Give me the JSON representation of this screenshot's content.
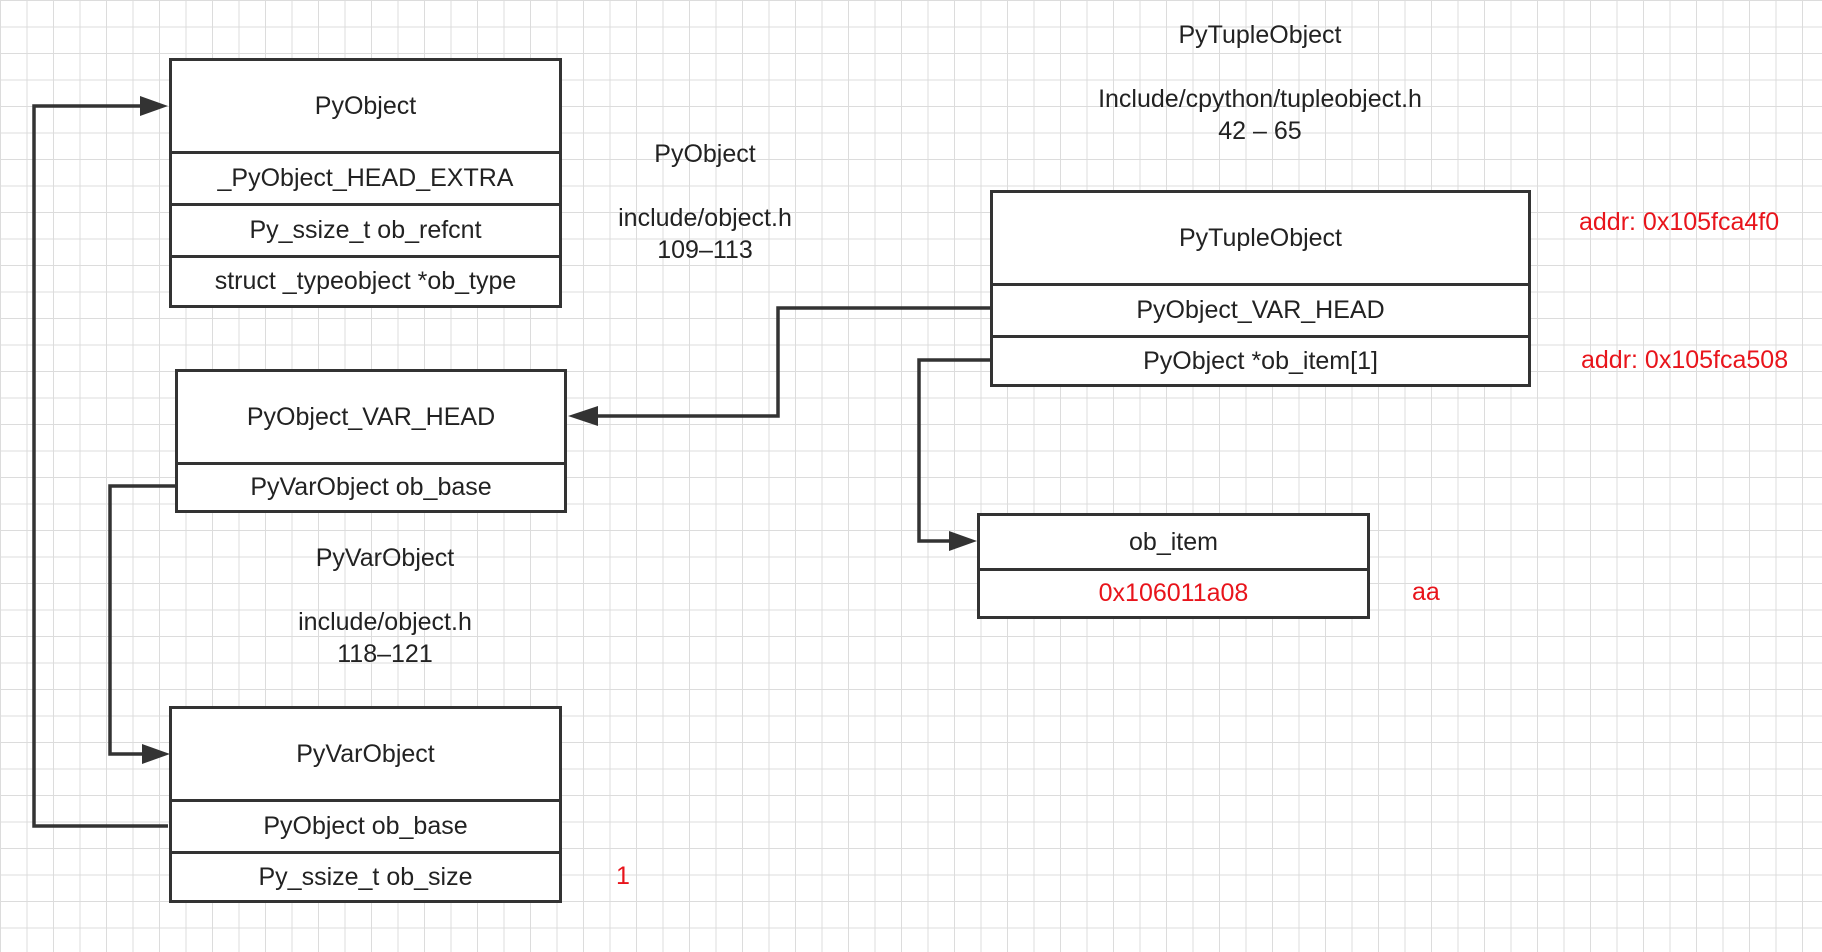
{
  "colors": {
    "line": "#333333",
    "highlight": "#e8141b",
    "grid": "#dcdcdc"
  },
  "pyobject_box": {
    "title": "PyObject",
    "fields": [
      "_PyObject_HEAD_EXTRA",
      "Py_ssize_t ob_refcnt",
      "struct _typeobject *ob_type"
    ]
  },
  "pyobject_note": {
    "name": "PyObject",
    "file": "include/object.h",
    "lines": "109–113"
  },
  "var_head_box": {
    "title": "PyObject_VAR_HEAD",
    "fields": [
      "PyVarObject ob_base"
    ]
  },
  "pyvarobject_note": {
    "name": "PyVarObject",
    "file": "include/object.h",
    "lines": "118–121"
  },
  "pyvarobject_box": {
    "title": "PyVarObject",
    "fields": [
      "PyObject ob_base",
      "Py_ssize_t ob_size"
    ],
    "ob_size_value": "1"
  },
  "tuple_note": {
    "name": "PyTupleObject",
    "file": "Include/cpython/tupleobject.h",
    "lines": "42 – 65"
  },
  "tuple_box": {
    "title": "PyTupleObject",
    "fields": [
      "PyObject_VAR_HEAD",
      "PyObject *ob_item[1]"
    ],
    "addr_object": "addr: 0x105fca4f0",
    "addr_item": "addr: 0x105fca508"
  },
  "ob_item_box": {
    "title": "ob_item",
    "value": "0x106011a08",
    "value_label": "aa"
  }
}
